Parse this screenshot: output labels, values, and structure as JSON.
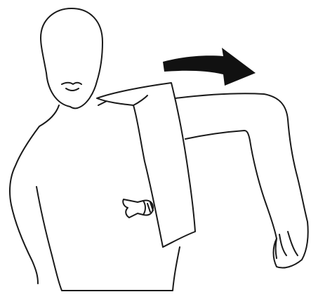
{
  "figure": {
    "background": "#ffffff",
    "ink_color": "#1a1a1a",
    "arrow_color": "#111111",
    "arrow_direction": "right",
    "elements": [
      "head",
      "mouth",
      "torso",
      "raised-arm",
      "towel",
      "clamp",
      "motion-arrow"
    ]
  }
}
